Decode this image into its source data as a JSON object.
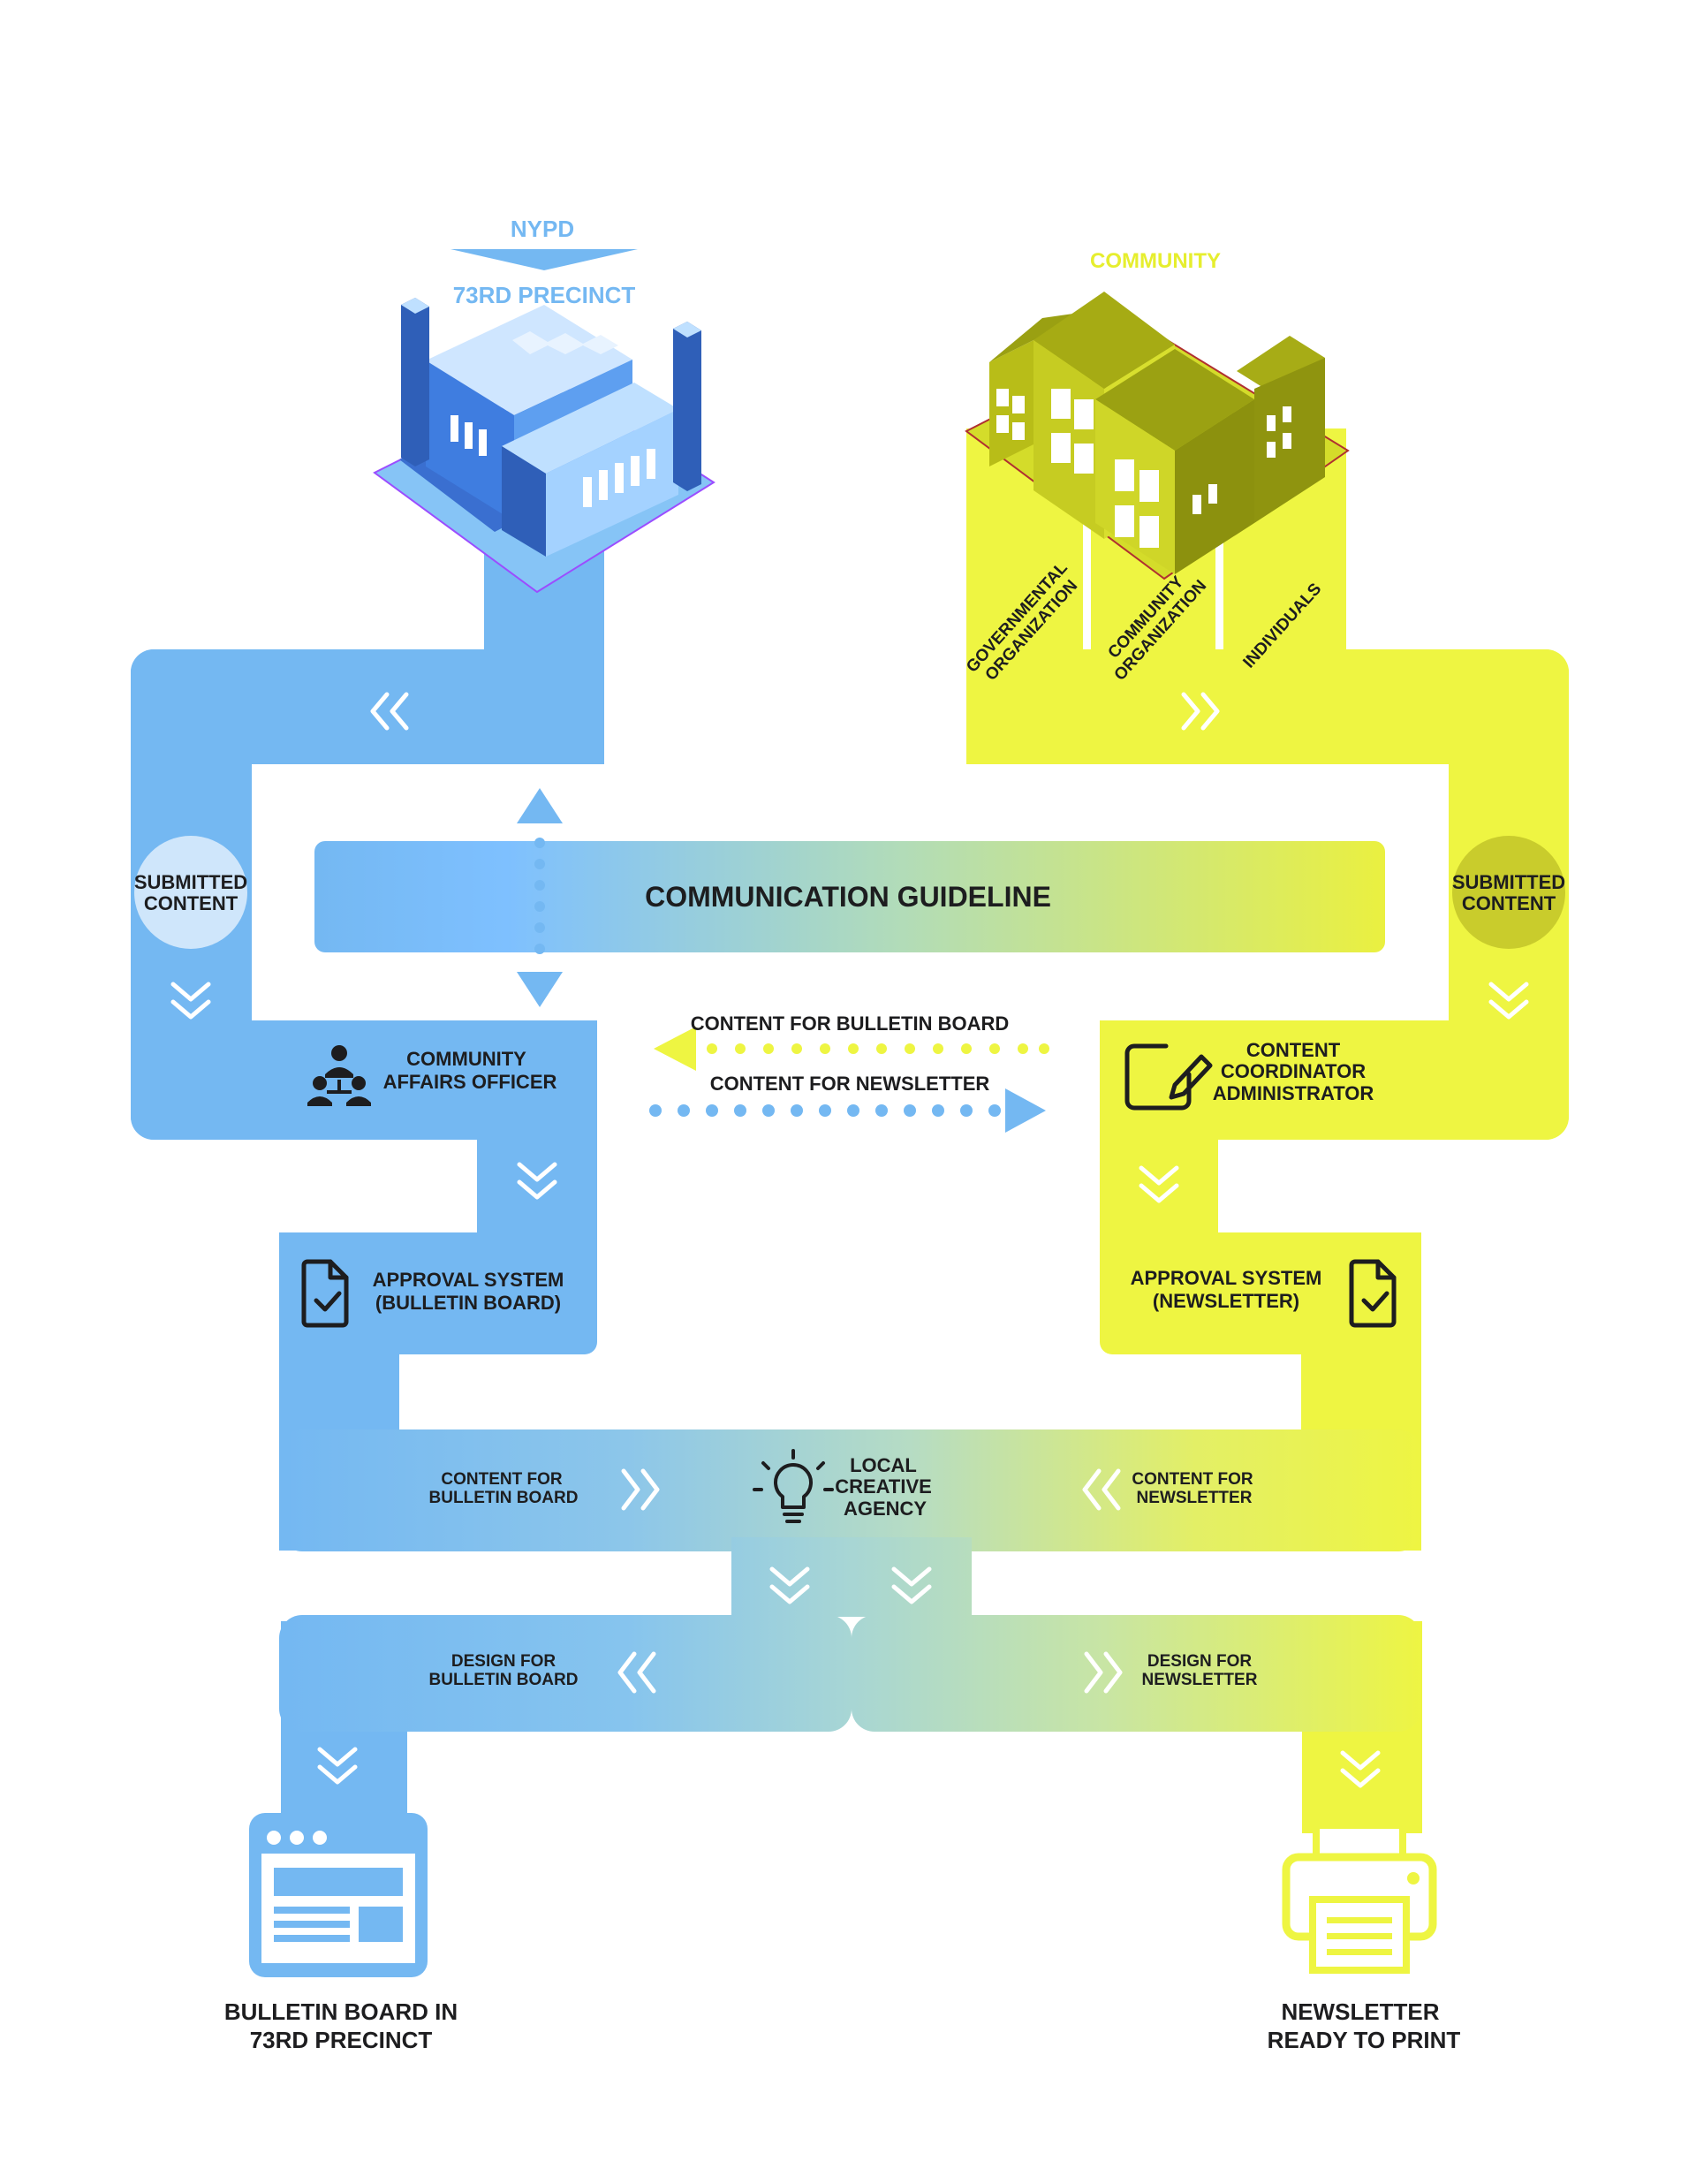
{
  "colors": {
    "blue": "#74b8f2",
    "yellow": "#eef542",
    "ink": "#1d1d1f",
    "blue_text": "#74b8f2",
    "yellow_text": "#e6ee2e"
  },
  "top": {
    "nypd": "NYPD",
    "precinct": "73RD PRECINCT",
    "community": "COMMUNITY"
  },
  "community_sources": [
    "GOVERNMENTAL ORGANIZATION",
    "COMMUNITY ORGANIZATION",
    "INDIVIDUALS"
  ],
  "guideline": "COMMUNICATION GUIDELINE",
  "submitted_content": {
    "left": [
      "SUBMITTED",
      "CONTENT"
    ],
    "right": [
      "SUBMITTED",
      "CONTENT"
    ]
  },
  "exchange": {
    "to_left": "CONTENT FOR BULLETIN BOARD",
    "to_right": "CONTENT FOR NEWSLETTER"
  },
  "roles": {
    "officer": [
      "COMMUNITY",
      "AFFAIRS OFFICER"
    ],
    "coordinator": [
      "CONTENT",
      "COORDINATOR",
      "ADMINISTRATOR"
    ]
  },
  "approval": {
    "left": [
      "APPROVAL SYSTEM",
      "(BULLETIN BOARD)"
    ],
    "right": [
      "APPROVAL SYSTEM",
      "(NEWSLETTER)"
    ]
  },
  "agency": {
    "name": [
      "LOCAL",
      "CREATIVE",
      "AGENCY"
    ],
    "content_left": [
      "CONTENT FOR",
      "BULLETIN BOARD"
    ],
    "content_right": [
      "CONTENT FOR",
      "NEWSLETTER"
    ]
  },
  "design": {
    "left": [
      "DESIGN FOR",
      "BULLETIN BOARD"
    ],
    "right": [
      "DESIGN FOR",
      "NEWSLETTER"
    ]
  },
  "outputs": {
    "left": [
      "BULLETIN BOARD IN",
      "73RD PRECINCT"
    ],
    "right": [
      "NEWSLETTER",
      "READY TO PRINT"
    ]
  },
  "icons": {
    "precinct_building": "precinct-building-icon",
    "community_buildings": "community-buildings-icon",
    "officer": "people-network-icon",
    "coordinator": "edit-document-icon",
    "approval": "document-check-icon",
    "agency": "lightbulb-icon",
    "bulletin": "browser-window-icon",
    "printer": "printer-icon"
  }
}
